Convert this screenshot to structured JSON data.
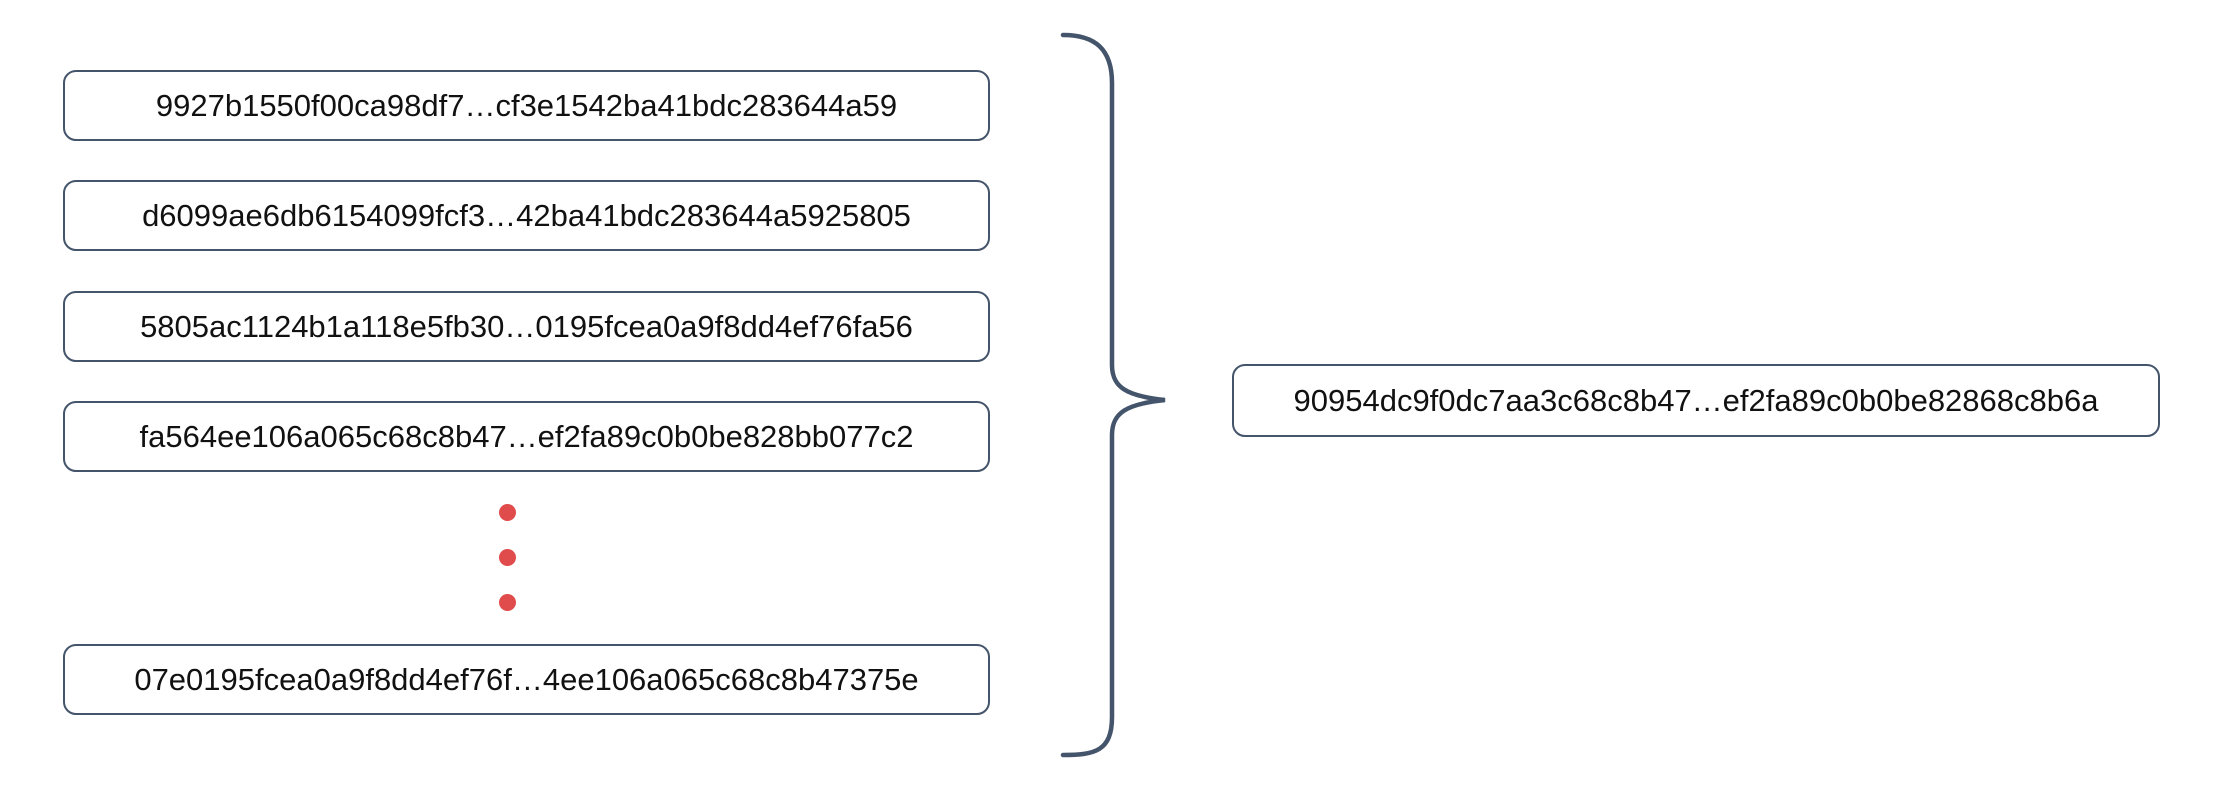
{
  "colors": {
    "outline": "#44546a",
    "dot": "#e04b4b",
    "text": "#111111",
    "background": "#ffffff"
  },
  "left_column": {
    "hash_boxes": [
      "9927b1550f00ca98df7…cf3e1542ba41bdc283644a59",
      "d6099ae6db6154099fcf3…42ba41bdc283644a5925805",
      "5805ac1124b1a118e5fb30…0195fcea0a9f8dd4ef76fa56",
      "fa564ee106a065c68c8b47…ef2fa89c0b0be828bb077c2",
      "07e0195fcea0a9f8dd4ef76f…4ee106a065c68c8b47375e"
    ],
    "ellipsis_dot_count": 3
  },
  "right_column": {
    "result_hash": "90954dc9f0dc7aa3c68c8b47…ef2fa89c0b0be82868c8b6a"
  }
}
